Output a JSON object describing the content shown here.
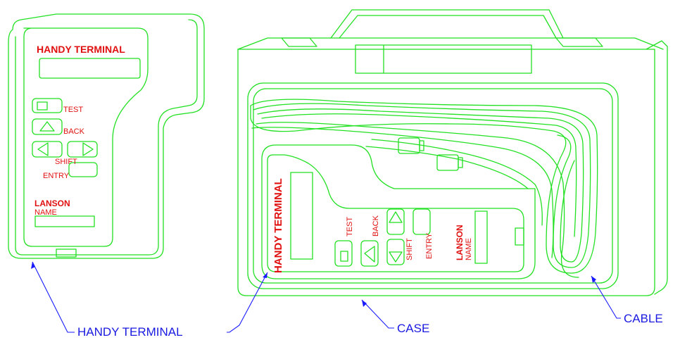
{
  "handy_terminal": {
    "title": "HANDY TERMINAL",
    "buttons": {
      "test": "TEST",
      "back": "BACK",
      "shift": "SHIFT",
      "entry": "ENTRY"
    },
    "brand": "LANSON",
    "name_label": "NAME"
  },
  "callouts": {
    "handy_terminal": "HANDY TERMINAL",
    "case": "CASE",
    "cable": "CABLE"
  },
  "colors": {
    "outline": "#22e022",
    "label_text": "#e01010",
    "callout": "#1a1ae0"
  }
}
